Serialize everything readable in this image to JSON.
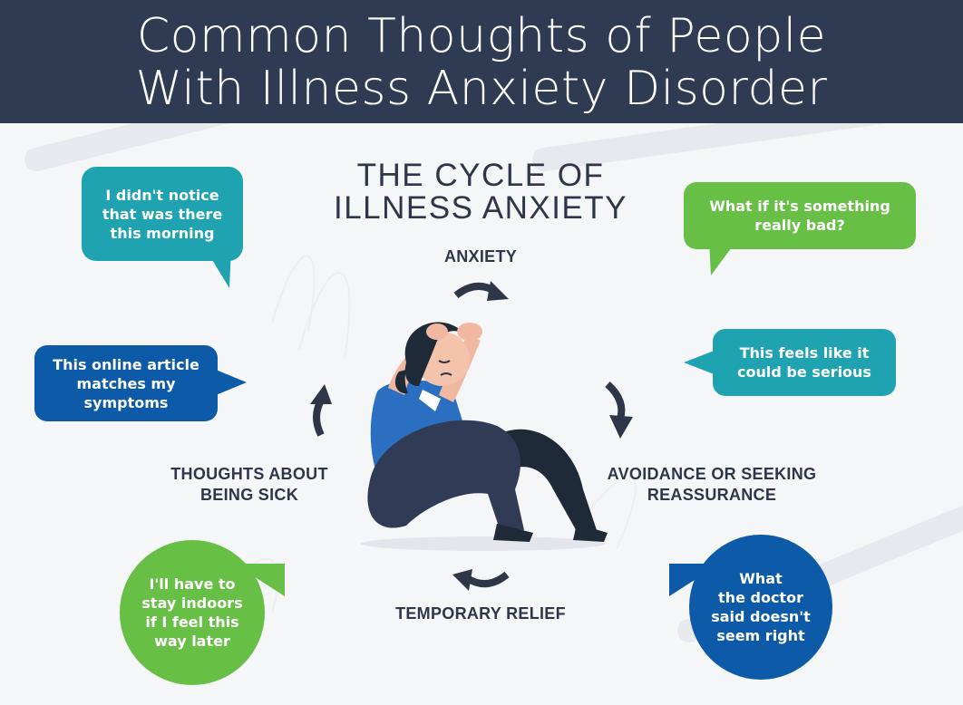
{
  "header": {
    "title_line1": "Common Thoughts of People",
    "title_line2": "With Illness Anxiety Disorder"
  },
  "diagram": {
    "subtitle_line1": "THE CYCLE OF",
    "subtitle_line2": "ILLNESS ANXIETY",
    "stages": {
      "anxiety": "ANXIETY",
      "avoidance_line1": "AVOIDANCE OR SEEKING",
      "avoidance_line2": "REASSURANCE",
      "relief": "TEMPORARY RELIEF",
      "thoughts_line1": "THOUGHTS ABOUT",
      "thoughts_line2": "BEING SICK"
    },
    "bubbles": {
      "b1": [
        "I didn't notice",
        "that was there",
        "this morning"
      ],
      "b2": [
        "What if it's something",
        "really bad?"
      ],
      "b3": [
        "This online article",
        "matches my",
        "symptoms"
      ],
      "b4": [
        "This feels like it",
        "could be serious"
      ],
      "b5": [
        "I'll have to",
        "stay indoors",
        "if I feel this",
        "way later"
      ],
      "b6": [
        "What",
        "the doctor",
        "said doesn't",
        "seem right"
      ]
    }
  },
  "colors": {
    "header_bg": "#2f3b52",
    "teal": "#1fa3b0",
    "green": "#67bf46",
    "blue": "#0d5aa8",
    "arrow": "#2e3648"
  }
}
